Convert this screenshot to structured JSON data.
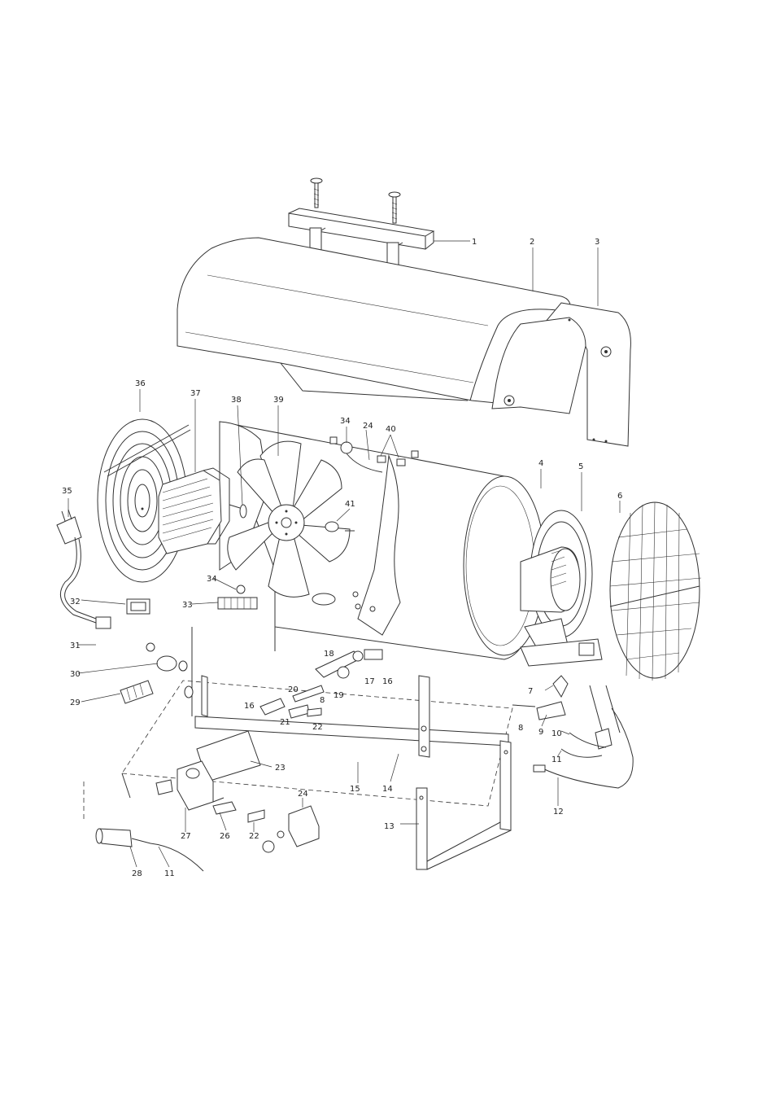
{
  "diagram": {
    "callouts": [
      {
        "id": "1",
        "label": "1"
      },
      {
        "id": "2",
        "label": "2"
      },
      {
        "id": "3",
        "label": "3"
      },
      {
        "id": "4",
        "label": "4"
      },
      {
        "id": "5",
        "label": "5"
      },
      {
        "id": "6",
        "label": "6"
      },
      {
        "id": "7",
        "label": "7"
      },
      {
        "id": "8a",
        "label": "8"
      },
      {
        "id": "8b",
        "label": "8"
      },
      {
        "id": "9",
        "label": "9"
      },
      {
        "id": "10",
        "label": "10"
      },
      {
        "id": "11a",
        "label": "11"
      },
      {
        "id": "11b",
        "label": "11"
      },
      {
        "id": "12",
        "label": "12"
      },
      {
        "id": "13",
        "label": "13"
      },
      {
        "id": "14",
        "label": "14"
      },
      {
        "id": "15",
        "label": "15"
      },
      {
        "id": "16a",
        "label": "16"
      },
      {
        "id": "16b",
        "label": "16"
      },
      {
        "id": "17",
        "label": "17"
      },
      {
        "id": "18",
        "label": "18"
      },
      {
        "id": "19",
        "label": "19"
      },
      {
        "id": "20",
        "label": "20"
      },
      {
        "id": "21",
        "label": "21"
      },
      {
        "id": "22a",
        "label": "22"
      },
      {
        "id": "22b",
        "label": "22"
      },
      {
        "id": "23",
        "label": "23"
      },
      {
        "id": "24a",
        "label": "24"
      },
      {
        "id": "24b",
        "label": "24"
      },
      {
        "id": "26",
        "label": "26"
      },
      {
        "id": "27",
        "label": "27"
      },
      {
        "id": "28",
        "label": "28"
      },
      {
        "id": "29",
        "label": "29"
      },
      {
        "id": "30",
        "label": "30"
      },
      {
        "id": "31",
        "label": "31"
      },
      {
        "id": "32",
        "label": "32"
      },
      {
        "id": "33",
        "label": "33"
      },
      {
        "id": "34a",
        "label": "34"
      },
      {
        "id": "34b",
        "label": "34"
      },
      {
        "id": "35",
        "label": "35"
      },
      {
        "id": "36",
        "label": "36"
      },
      {
        "id": "37",
        "label": "37"
      },
      {
        "id": "38",
        "label": "38"
      },
      {
        "id": "39",
        "label": "39"
      },
      {
        "id": "40",
        "label": "40"
      },
      {
        "id": "41",
        "label": "41"
      }
    ]
  }
}
